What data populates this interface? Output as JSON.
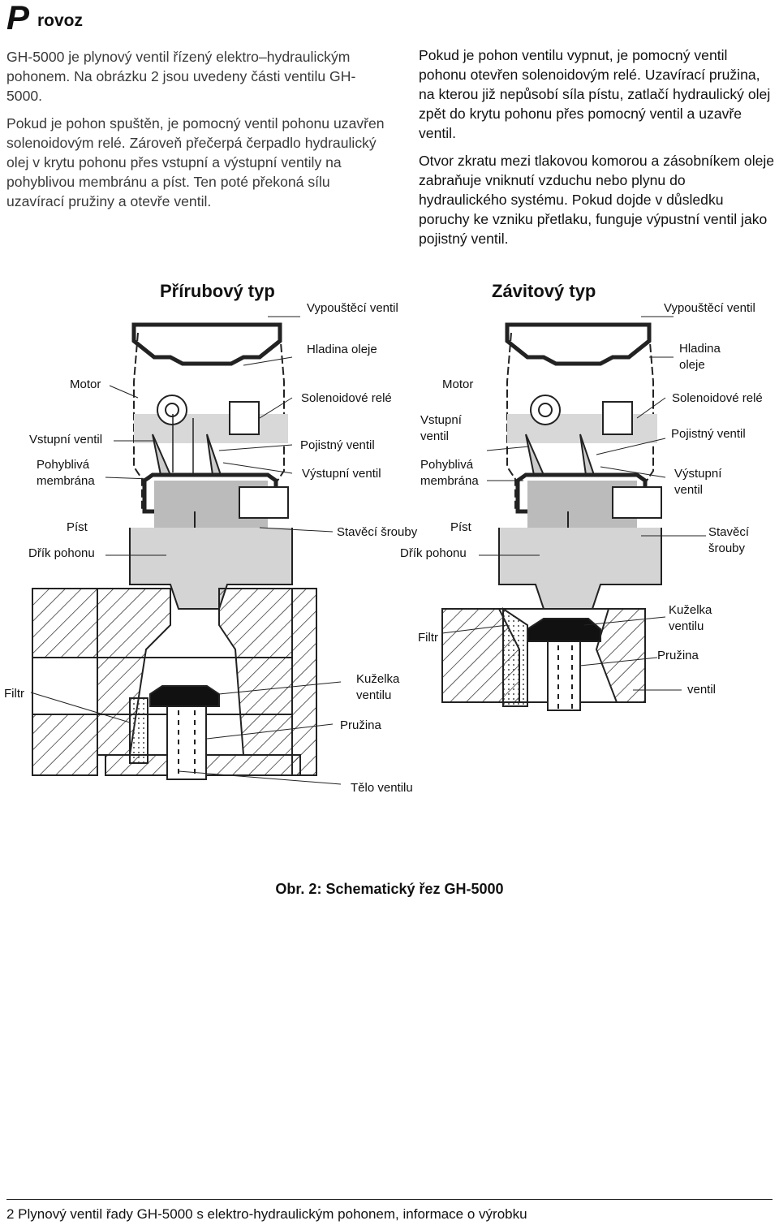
{
  "heading": {
    "initial": "P",
    "rest": "rovoz"
  },
  "left_column": [
    "GH-5000 je plynový ventil řízený elektro–hydraulickým pohonem. Na obrázku 2 jsou uvedeny části ventilu GH-5000.",
    "Pokud je pohon spuštěn, je pomocný ventil pohonu uzavřen solenoidovým relé. Zároveň přečerpá čerpadlo hydraulický olej v krytu pohonu přes vstupní a výstupní ventily na pohyblivou membránu a píst. Ten poté překoná sílu uzavírací pružiny a otevře ventil."
  ],
  "right_column": [
    "Pokud je pohon ventilu vypnut, je pomocný ventil pohonu otevřen solenoidovým relé. Uzavírací pružina, na kterou již nepůsobí síla pístu, zatlačí hydraulický olej zpět do krytu pohonu přes pomocný ventil a uzavře ventil.",
    "Otvor zkratu mezi tlakovou komorou a zásobníkem oleje zabraňuje vniknutí vzduchu nebo plynu do hydraulického systému. Pokud dojde v důsledku poruchy ke vzniku přetlaku, funguje výpustní ventil jako pojistný ventil."
  ],
  "figure": {
    "left_title": "Přírubový typ",
    "right_title": "Závitový typ",
    "left_labels": {
      "vypoustec": "Vypouštěcí ventil",
      "hladina": "Hladina oleje",
      "motor": "Motor",
      "solenoid": "Solenoidové relé",
      "vstupni": "Vstupní ventil",
      "pojistny": "Pojistný  ventil",
      "pohybliva": "Pohyblivá membrána",
      "vystupni": "Výstupní ventil",
      "pist": "Píst",
      "stavec": "Stavěcí šrouby",
      "drik": "Dřík pohonu",
      "filtr": "Filtr",
      "kuzelka": "Kuželka ventilu",
      "pruzina": "Pružina",
      "telo": "Tělo ventilu"
    },
    "right_labels": {
      "vypoustec": "Vypouštěcí ventil",
      "hladina": "Hladina oleje",
      "motor": "Motor",
      "solenoid": "Solenoidové relé",
      "vstupni": "Vstupní ventil",
      "pojistny": "Pojistný ventil",
      "pohybliva": "Pohyblivá membrána",
      "vystupni": "Výstupní ventil",
      "pist": "Píst",
      "stavec": "Stavěcí šrouby",
      "drik": "Dřík pohonu",
      "filtr": "Filtr",
      "kuzelka": "Kuželka ventilu",
      "pruzina": "Pružina",
      "ventil": "ventil"
    },
    "caption": "Obr. 2:  Schematický řez GH-5000"
  },
  "footer": "2 Plynový ventil řady GH-5000 s elektro-hydraulickým pohonem, informace o výrobku"
}
